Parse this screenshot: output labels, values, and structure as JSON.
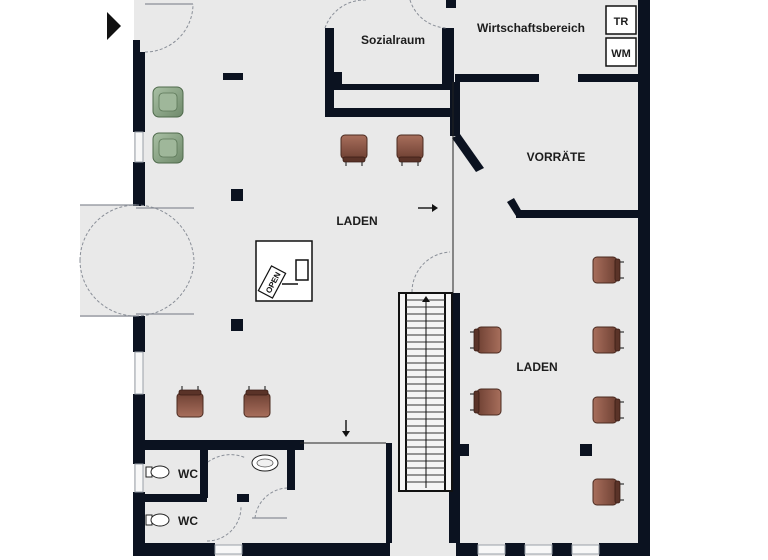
{
  "rooms": {
    "sozialraum": "Sozialraum",
    "wirtschaftsbereich": "Wirtschaftsbereich",
    "vorraete": "VORRÄTE",
    "laden_main": "LADEN",
    "laden_right": "LADEN",
    "wc_top": "WC",
    "wc_bottom": "WC"
  },
  "appliances": {
    "tr": "TR",
    "wm": "WM"
  },
  "sign": {
    "text": "OPEN"
  },
  "colors": {
    "floor": "#e9e9e9",
    "wall": "#0b1220",
    "chair": "#8c5a4a",
    "armchair": "#8ea88a"
  }
}
